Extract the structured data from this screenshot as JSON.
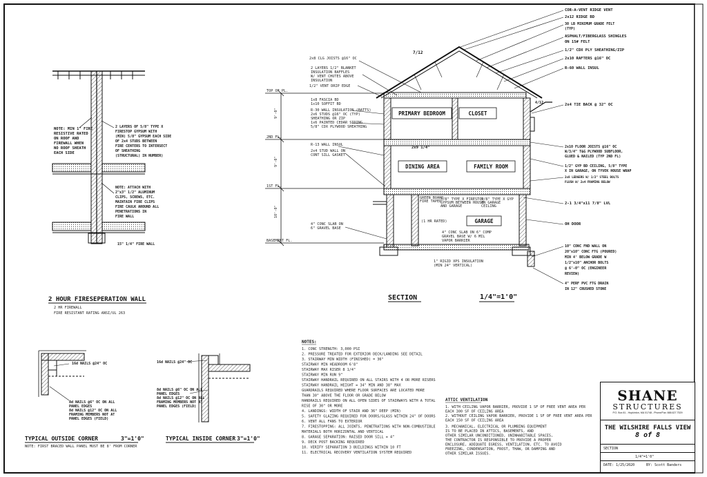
{
  "firewall": {
    "title": "2 HOUR FIRESEPERATION WALL",
    "sub1": "2 HR FIREWALL",
    "sub2": "FIRE RESISTANT RATING ANSI/UL 263",
    "left_notes": [
      "NOTE: MIN 1\" FIRE",
      "RESISTIVE RATED",
      "ON ROOF AND",
      "FIREWALL WHEN",
      "NO ROOF SHEATH",
      "EACH SIDE"
    ],
    "right_notes_1": [
      "2 LAYERS OF 5/8\" TYPE X",
      "FIRESTOP GYPSUM WITH",
      "(MIN) 5/8\" GYPSUM EACH SIDE",
      "OF 2x4 STUDS BETWEEN",
      "FIRE CENTERS TO INTERSECT",
      "OF SHEATHING",
      "(STRUCTURAL) IN NUMBER)"
    ],
    "right_notes_2": [
      "NOTE: ATTACH WITH",
      "2\"x3\" 1/2\" ALUMINUM",
      "CLIPS, SCREWS, ETC.",
      "MAINTAIN FIRE CLIPS",
      "FIRE CAULK AROUND ALL",
      "PENETRATIONS IN",
      "FIRE WALL"
    ],
    "bottom_note": "15\" 1/4\" FIRE WALL"
  },
  "section": {
    "title": "SECTION",
    "scale": "1/4\"=1'0\"",
    "rooms": [
      "PRIMARY BEDROOM",
      "CLOSET",
      "DINING AREA",
      "FAMILY ROOM",
      "GARAGE"
    ],
    "roof_pitch": "7/12",
    "pitch_right": "4/12",
    "right_labels": [
      "COR-A-VENT RIDGE VENT",
      "2x12 RIDGE BD",
      "30 LB MINIMUM GRADE FELT",
      "(TYP)",
      "ASPHALT/FIBERGLASS SHINGLES",
      "ON 15# FELT",
      "1/2\" CDX PLY SHEATHING/ZIP",
      "2x10 RAFTERS @16\" OC",
      "R-60 WALL INSUL",
      "2x4 TIE BACK @ 32\" OC",
      "2x10 FLOOR JOISTS @16\" OC",
      "W/3/4\" T&G PLYWOOD SUBFLOOR,",
      "GLUED & NAILED (TYP 2ND FL)",
      "1/2\" GYP BD CEILING, 5/8\" TYPE",
      "X IN GARAGE, ON TYVEK HOUSE WRAP",
      "2x8 LEDGERS W/ 1/2\" STEEL BOLTS",
      "FLUSH W/ 2x4 FRAMING BELOW",
      "2-1 3/4\"x11 7/8\" LVL",
      "OH DOOR",
      "10\" CONC FND WALL ON",
      "20\"x10\" CONC FTG (POURED)",
      "MIN 4' BELOW GRADE W",
      "1/2\"x10\" ANCHOR BOLTS",
      "@ 6'-0\" OC (ENGINEER",
      "REVIEW)",
      "4\" PERF PVC FTG DRAIN",
      "IN 12\" CRUSHED STONE"
    ],
    "left_labels": [
      "2x8 CLG JOISTS @16\" OC",
      "2 LAYERS 1/2\" BLANKET",
      "INSULATION BAFFLES",
      "W/ VENT CHUTES ABOVE",
      "INSULATION",
      "1/2\" VENT DRIP EDGE",
      "1x8 FASCIA BD",
      "1x10 SOFFIT BD",
      "R-30 WALL INSULATION (BATTS)",
      "2x6 STUDS @16\" OC (TYP)",
      "SHEATHING OR ZIP",
      "1x6 PAINTED CEDAR SIDING",
      "5/8\" CDX PLYWOOD SHEATHING",
      "R-13 WALL INSUL",
      "2x4 STUD WALL ON",
      "CONT SILL GASKET",
      "4\" CONC SLAB ON",
      "6\" GRAVEL BASE"
    ],
    "inner_labels": [
      "GREEN BOARD",
      "FIRE TAPED",
      "5/8\" TYPE X FIRESTOP",
      "GYPSUM BETWEEN HOUSE",
      "AND GARAGE",
      "5/8\" TYPE X GYP",
      "ON GARAGE",
      "CEILING",
      "(1 HR RATED)",
      "4\" CONC SLAB ON 6\" COMP",
      "GRAVEL BASE W/ 6 MIL",
      "VAPOR BARRIER",
      "1\" RIGID XPS INSULATION",
      "(MIN 24\" VERTICAL)",
      "2x9 1/4\""
    ],
    "level_labels": [
      "TOP OF PL.",
      "2ND FL.",
      "1ST FL.",
      "BASEMENT FL."
    ],
    "heights": [
      "9'-0\"",
      "9'-0\"",
      "10'-0\""
    ]
  },
  "notes": {
    "heading": "NOTES:",
    "items": [
      "1. CONC STRENGTH: 3,000 PSI",
      "2. PRESSURE TREATED FOR EXTERIOR DECK/LANDING SEE DETAIL",
      "3. STAIRWAY MIN WIDTH (FINISHED) = 36\"",
      "   STAIRWAY MIN HEADROOM 6'8\"",
      "   STAIRWAY MAX RISER 8 1/4\"",
      "   STAIRWAY MIN RUN 9\"",
      "   STAIRWAY HANDRAIL REQUIRED ON ALL STAIRS WITH 4 OR MORE RISERS",
      "   STAIRWAY HANDRAIL HEIGHT = 34\" MIN AND 38\" MAX",
      "   GUARDRAILS REQUIRED WHERE FLOOR SURFACES ARE LOCATED MORE",
      "   THAN 30\" ABOVE THE FLOOR OR GRADE BELOW",
      "   HANDRAILS REQUIRED ON ALL OPEN SIDES OF STAIRWAYS WITH A TOTAL",
      "   RISE OF 30\" OR MORE",
      "4. LANDINGS: WIDTH OF STAIR AND 36\" DEEP (MIN)",
      "5. SAFETY GLAZING REQUIRED FOR DOORS/GLASS WITHIN 24\" OF DOORS",
      "6. VENT ALL FANS TO EXTERIOR",
      "7. FIRESTOPPING: ALL JOINTS, PENETRATIONS WITH NON-COMBUSTIBLE",
      "   MATERIALS BOTH HORIZONTAL AND VERTICAL",
      "8. GARAGE SEPARATION: RAISED DOOR SILL = 4\"",
      "9. DECK POST BACKING REQUIRED",
      "10. VERIFY SEPARATION 3 BUILDINGS WITHIN 10 FT",
      "11. ELECTRICAL RECOVERY VENTILATION SYSTEM REQUIRED"
    ]
  },
  "attic": {
    "heading": "ATTIC VENTILATION",
    "items": [
      "1. WITH CEILING VAPOR BARRIER, PROVIDE 1 SF OF FREE VENT AREA PER",
      "   EACH 300 SF OF CEILING AREA",
      "2. WITHOUT CEILING VAPOR BARRIER, PROVIDE 1 SF OF FREE VENT AREA PER",
      "   EACH 150 SF OF CEILING AREA",
      "3. MECHANICAL, ELECTRICAL OR PLUMBING EQUIPMENT",
      "   IS TO BE PLACED IN ATTICS, BASEMENTS, AND",
      "   OTHER SIMILAR UNCONDITIONED, UNINHABITABLE SPACES,",
      "   THE CONTRACTOR IS RESPONSIBLE TO PROVIDE A PROPER",
      "   ENCLOSURE, ADEQUATE EGRESS, VENTILATION, ETC. TO AVOID",
      "   FREEZING, CONDENSATION, FROST, THAW, OR DAMPING AND",
      "   OTHER SIMILAR ISSUES."
    ]
  },
  "outside_corner": {
    "title": "TYPICAL OUTSIDE CORNER",
    "scale": "3\"=1'0\"",
    "note1": "16d NAILS @24\" OC",
    "note2": [
      "8d NAILS @6\" OC ON ALL",
      "PANEL EDGES",
      "8d NAILS @12\" OC ON ALL",
      "FRAMING MEMBERS NOT AT",
      "PANEL EDGES (FIELD)"
    ],
    "foot": "NOTE: FIRST BRACED WALL PANEL MUST BE 8' FROM CORNER"
  },
  "inside_corner": {
    "title": "TYPICAL INSIDE CORNER",
    "scale": "3\"=1'0\"",
    "note1": "16d NAILS @24\" OC",
    "note2": [
      "8d NAILS @6\" OC ON ALL",
      "PANEL EDGES",
      "8d NAILS @12\" OC ON ALL",
      "FRAMING MEMBERS NOT AT",
      "PANEL EDGES (FIELD)"
    ]
  },
  "title_block": {
    "brand": "SHANE",
    "brand2": "STRUCTURES",
    "address": "P.O. Box 81 - Hopkinton, MA 01748 - Phone/Fax: 888.627.7529",
    "project": "THE WILSHIRE FALLS VIEW",
    "sheet": "8 of 8",
    "section_label": "SECTION",
    "scale_value": "1/4\"=1'0\"",
    "date_label": "DATE: 1/25/2020",
    "by_label": "BY: Scott Banders"
  }
}
